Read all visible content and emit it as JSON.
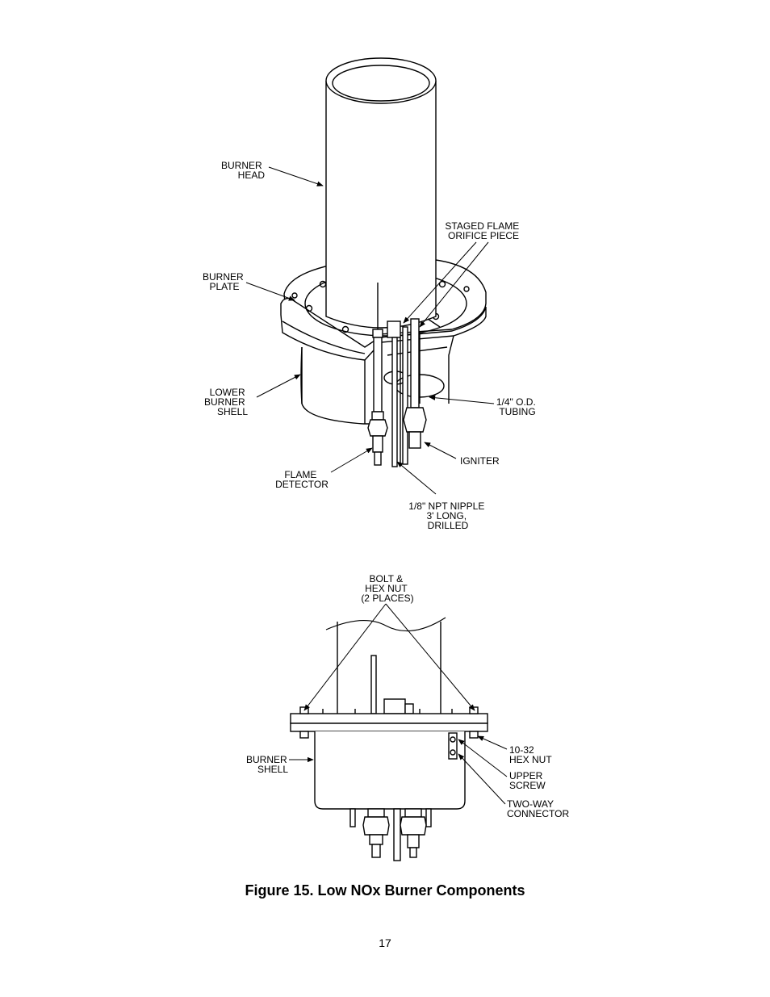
{
  "top_view": {
    "labels": {
      "burner_head": [
        "BURNER",
        "HEAD"
      ],
      "staged_flame": [
        "STAGED FLAME",
        "ORIFICE PIECE"
      ],
      "burner_plate": [
        "BURNER",
        "PLATE"
      ],
      "lower_shell": [
        "LOWER",
        "BURNER",
        "SHELL"
      ],
      "tubing": [
        "1/4\" O.D.",
        "TUBING"
      ],
      "igniter": [
        "IGNITER"
      ],
      "flame_detector": [
        "FLAME",
        "DETECTOR"
      ],
      "nipple": [
        "1/8\" NPT NIPPLE",
        "3' LONG,",
        "DRILLED"
      ]
    }
  },
  "side_view": {
    "labels": {
      "bolt": [
        "BOLT &",
        "HEX NUT",
        "(2 PLACES)"
      ],
      "hex_nut": [
        "10-32",
        "HEX NUT"
      ],
      "upper_screw": [
        "UPPER",
        "SCREW"
      ],
      "connector": [
        "TWO-WAY",
        "CONNECTOR"
      ],
      "burner_shell": [
        "BURNER",
        "SHELL"
      ]
    }
  },
  "caption": "Figure 15.  Low NOx Burner Components",
  "page_number": "17"
}
